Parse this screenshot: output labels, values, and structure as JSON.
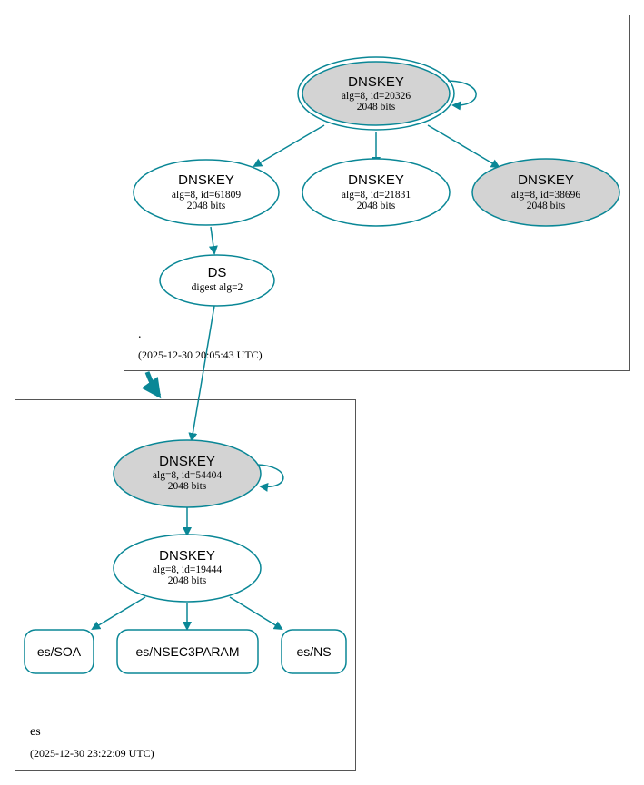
{
  "colors": {
    "edge": "#0a8796",
    "node_border": "#0a8796",
    "sep_fill": "#d3d3d3",
    "cluster_border": "#555555"
  },
  "zones": {
    "root": {
      "name": ".",
      "timestamp": "(2025-12-30 20:05:43 UTC)"
    },
    "es": {
      "name": "es",
      "timestamp": "(2025-12-30 23:22:09 UTC)"
    }
  },
  "nodes": {
    "root_ksk": {
      "title": "DNSKEY",
      "line1": "alg=8, id=20326",
      "line2": "2048 bits"
    },
    "root_zsk_61809": {
      "title": "DNSKEY",
      "line1": "alg=8, id=61809",
      "line2": "2048 bits"
    },
    "root_zsk_21831": {
      "title": "DNSKEY",
      "line1": "alg=8, id=21831",
      "line2": "2048 bits"
    },
    "root_ksk_38696": {
      "title": "DNSKEY",
      "line1": "alg=8, id=38696",
      "line2": "2048 bits"
    },
    "ds": {
      "title": "DS",
      "line1": "digest alg=2"
    },
    "es_ksk": {
      "title": "DNSKEY",
      "line1": "alg=8, id=54404",
      "line2": "2048 bits"
    },
    "es_zsk": {
      "title": "DNSKEY",
      "line1": "alg=8, id=19444",
      "line2": "2048 bits"
    },
    "es_soa": {
      "label": "es/SOA"
    },
    "es_nsec3param": {
      "label": "es/NSEC3PARAM"
    },
    "es_ns": {
      "label": "es/NS"
    }
  }
}
